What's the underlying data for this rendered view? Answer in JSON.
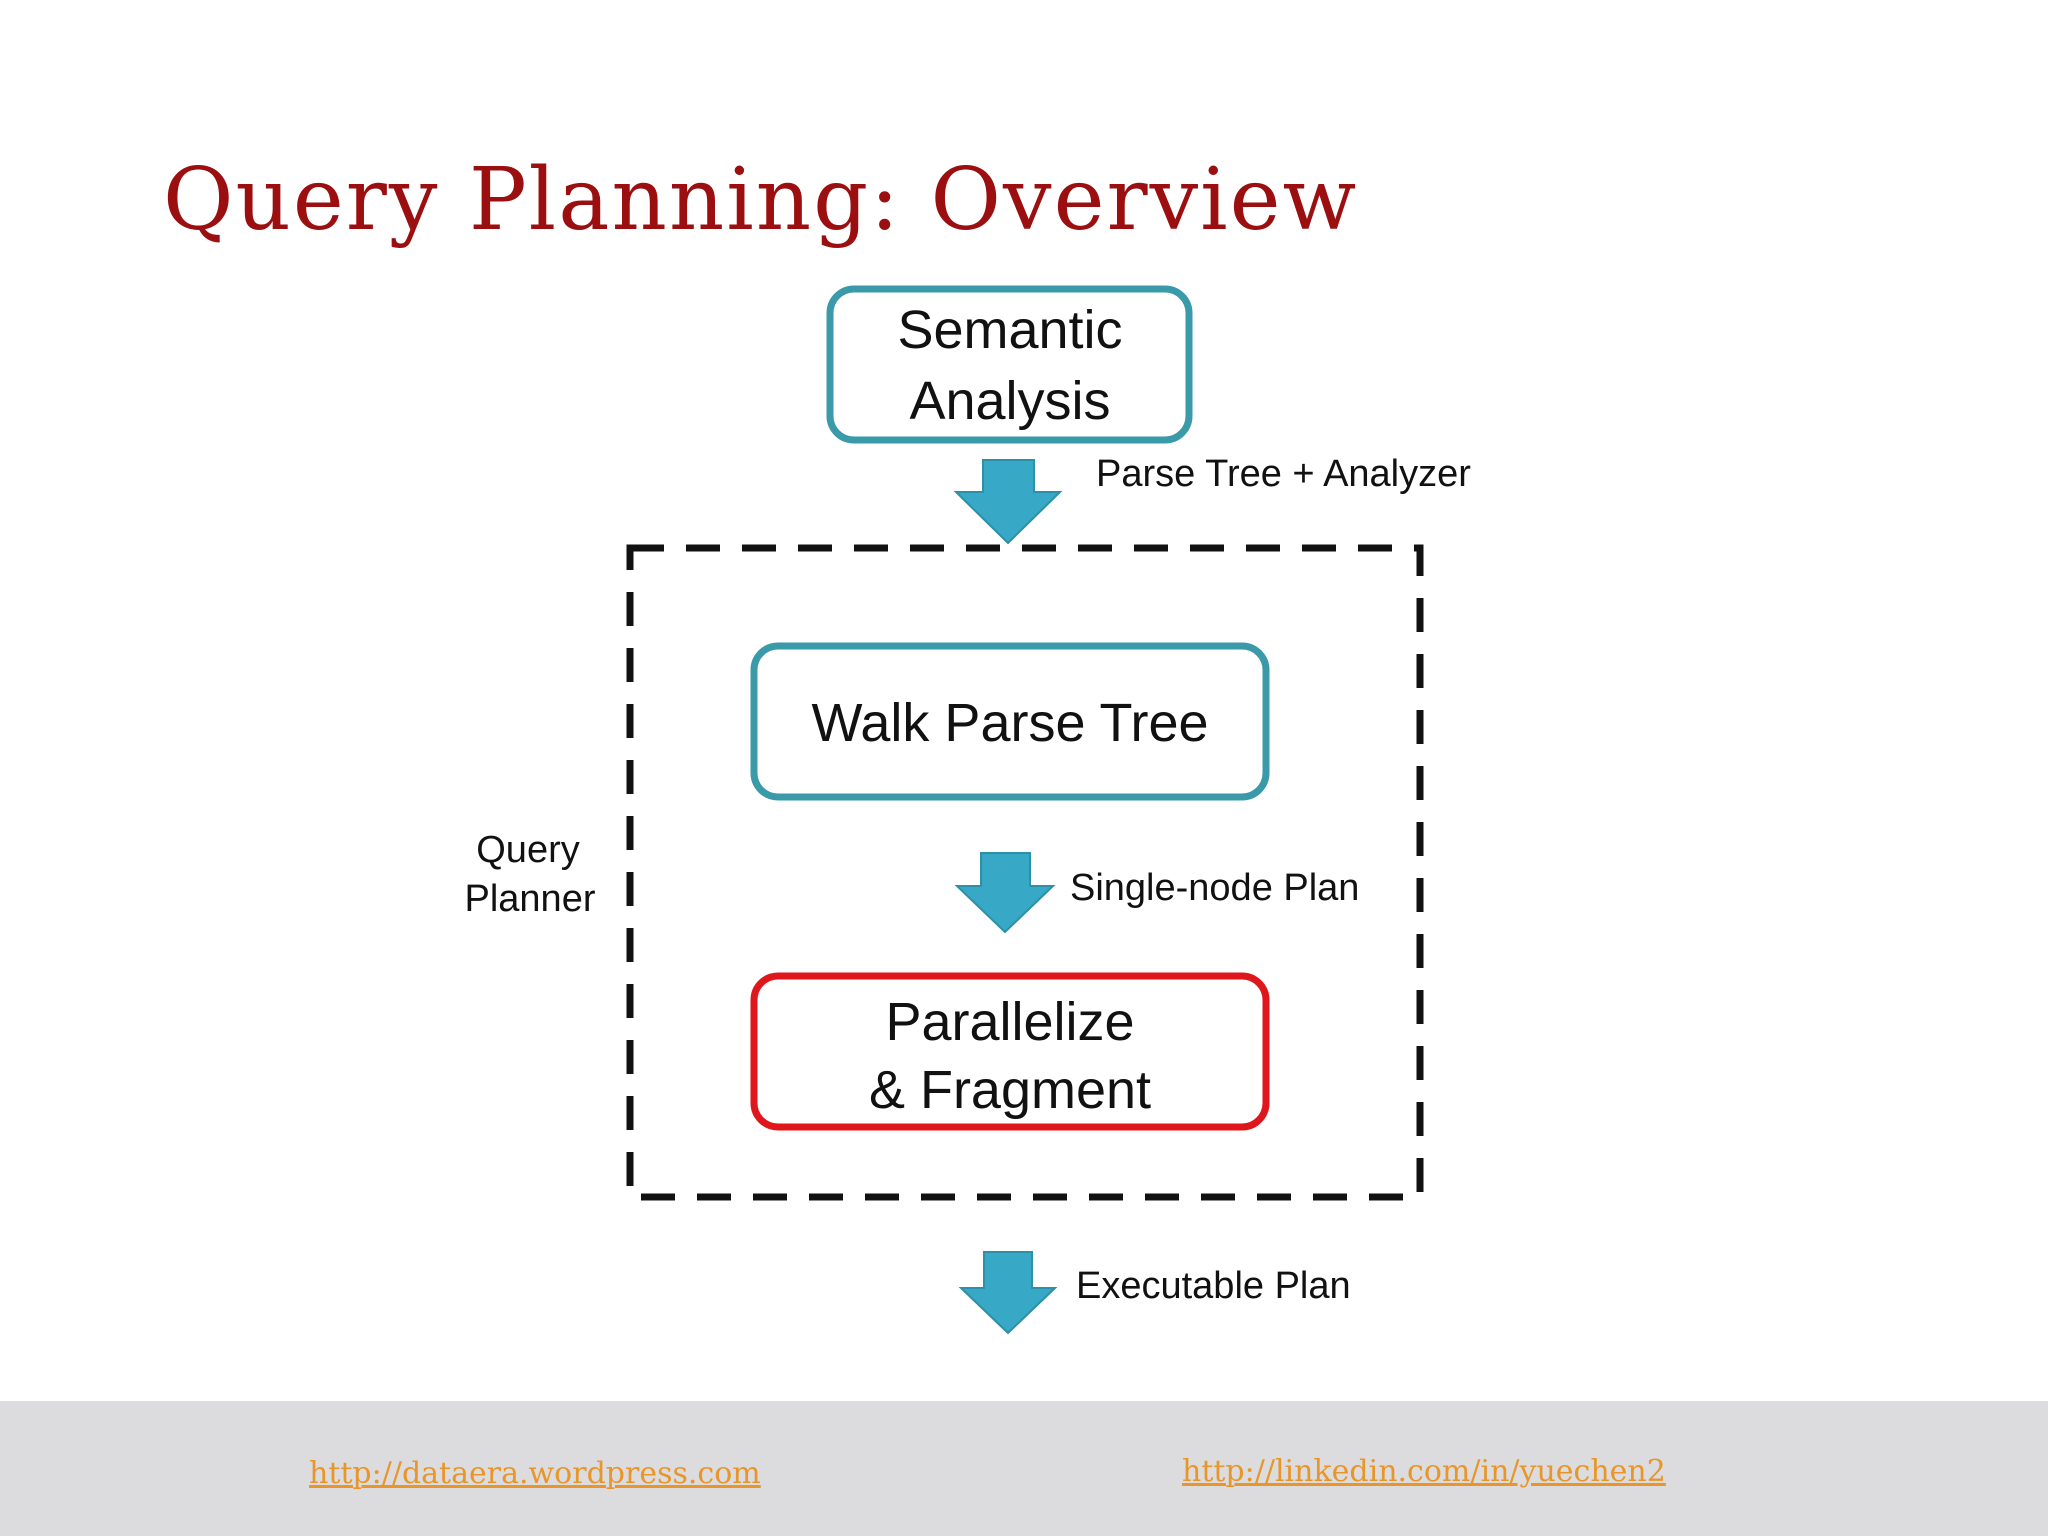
{
  "slide": {
    "title": "Query Planning: Overview"
  },
  "diagram": {
    "nodes": {
      "semantic_analysis": [
        "Semantic",
        "Analysis"
      ],
      "walk_parse_tree": "Walk Parse Tree",
      "parallelize_fragment": [
        "Parallelize",
        "& Fragment"
      ]
    },
    "group_label": [
      "Query",
      "Planner"
    ],
    "edge_labels": {
      "parse_tree_analyzer": "Parse Tree + Analyzer",
      "single_node_plan": "Single-node Plan",
      "executable_plan": "Executable Plan"
    },
    "colors": {
      "teal_border": "#3a9aaa",
      "red_border": "#e0161d",
      "arrow_fill": "#37a9c6"
    },
    "icons": {
      "arrow": "down-arrow-icon"
    }
  },
  "footer": {
    "left_link": "http://dataera.wordpress.com",
    "right_link": "http://linkedin.com/in/yuechen2"
  }
}
